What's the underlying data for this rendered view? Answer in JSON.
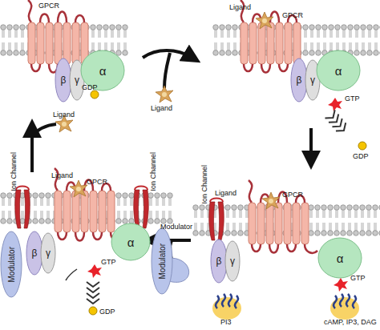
{
  "diagram": {
    "nodes": [
      {
        "text": [
          "β"
        ]
      },
      {
        "text": [
          "γ"
        ]
      },
      {
        "text": [
          "α"
        ]
      },
      {
        "text": [
          "β"
        ]
      },
      {
        "text": [
          "γ"
        ]
      },
      {
        "text": [
          "α"
        ]
      },
      {
        "text": [
          "β"
        ]
      },
      {
        "text": [
          "γ"
        ]
      },
      {
        "text": [
          "α"
        ]
      },
      {
        "text": [
          "Modulator"
        ]
      },
      {
        "text": [
          "β"
        ]
      },
      {
        "text": [
          "γ"
        ]
      },
      {
        "text": [
          "α"
        ]
      },
      {
        "text": [
          "Modulator"
        ]
      }
    ],
    "labels": [
      "GPCR",
      "GDP",
      "Ligand",
      "Ligand",
      "GPCR",
      "GTP",
      "GDP",
      "Ion Channel",
      "Ligand",
      "GPCR",
      "GTP",
      "PI3",
      "cAMP, IP3, DAG",
      "Modulator",
      "Ion Channel",
      "Ligand",
      "GPCR",
      "Ion Channel",
      "GTP",
      "GDP",
      "Ligand"
    ]
  }
}
